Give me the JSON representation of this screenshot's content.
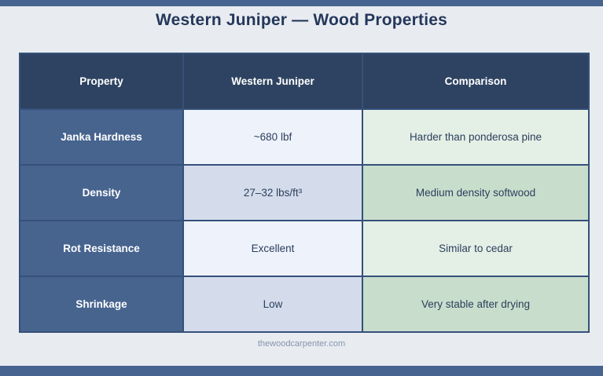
{
  "title": "Western Juniper — Wood Properties",
  "footer": "thewoodcarpenter.com",
  "colors": {
    "accent_bar": "#46648f",
    "page_background": "#e8ecf1",
    "header_row": "#2e4361",
    "label_column": "#47648f",
    "title_text": "#25375a",
    "value_odd": "#eef2fb",
    "value_even": "#d4dcec",
    "compare_odd": "#e4efe6",
    "compare_even": "#c9ddcc",
    "grid_line": "#35507a",
    "footer_text": "#8795ad"
  },
  "table": {
    "columns": [
      "Property",
      "Western Juniper",
      "Comparison"
    ],
    "rows": [
      {
        "property": "Janka Hardness",
        "value": "~680 lbf",
        "comparison": "Harder than ponderosa pine"
      },
      {
        "property": "Density",
        "value": "27–32 lbs/ft³",
        "comparison": "Medium density softwood"
      },
      {
        "property": "Rot Resistance",
        "value": "Excellent",
        "comparison": "Similar to cedar"
      },
      {
        "property": "Shrinkage",
        "value": "Low",
        "comparison": "Very stable after drying"
      }
    ]
  }
}
